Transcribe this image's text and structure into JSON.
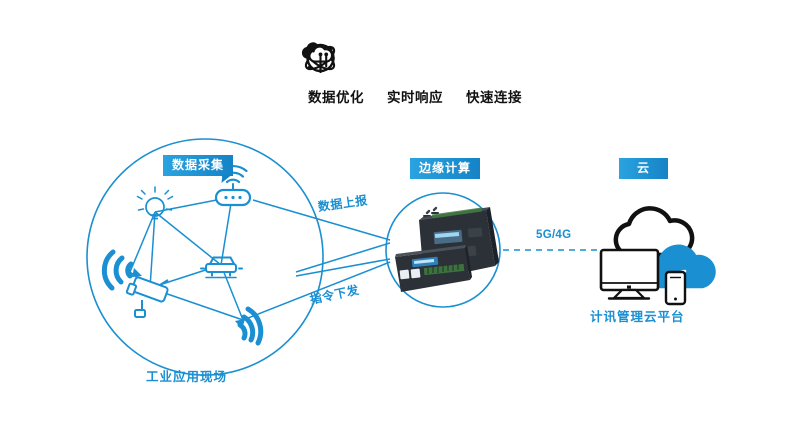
{
  "features": [
    {
      "icon": "atom-icon",
      "label": "数据优化"
    },
    {
      "icon": "clock-rewind-icon",
      "label": "实时响应"
    },
    {
      "icon": "cloud-connect-icon",
      "label": "快速连接"
    }
  ],
  "tags": {
    "data_collection": "数据采集",
    "edge_computing": "边缘计算",
    "cloud": "云"
  },
  "captions": {
    "industrial_site": "工业应用现场",
    "cloud_platform": "计讯管理云平台",
    "network_link": "5G/4G"
  },
  "flows": {
    "uplink": "数据上报",
    "downlink": "指令下发"
  },
  "nodes": {
    "left_circle": [
      {
        "name": "sensor-light-node",
        "label": ""
      },
      {
        "name": "router-node",
        "label": ""
      },
      {
        "name": "wifi-signal-left-node",
        "label": ""
      },
      {
        "name": "security-camera-node",
        "label": ""
      },
      {
        "name": "vehicle-node",
        "label": ""
      },
      {
        "name": "wifi-signal-bottom-node",
        "label": ""
      }
    ],
    "center": [
      {
        "name": "edge-gateway-device-large",
        "label": ""
      },
      {
        "name": "edge-gateway-device-small",
        "label": ""
      }
    ],
    "right": [
      {
        "name": "cloud-outline",
        "label": ""
      },
      {
        "name": "cloud-filled",
        "label": ""
      },
      {
        "name": "desktop-monitor",
        "label": ""
      },
      {
        "name": "mobile-phone",
        "label": ""
      }
    ]
  },
  "colors": {
    "accent_blue": "#1a8fd1",
    "deep_blue": "#1077b8",
    "light_blue": "#2aa3e0",
    "ink": "#111111",
    "device_dark": "#2c3138"
  }
}
